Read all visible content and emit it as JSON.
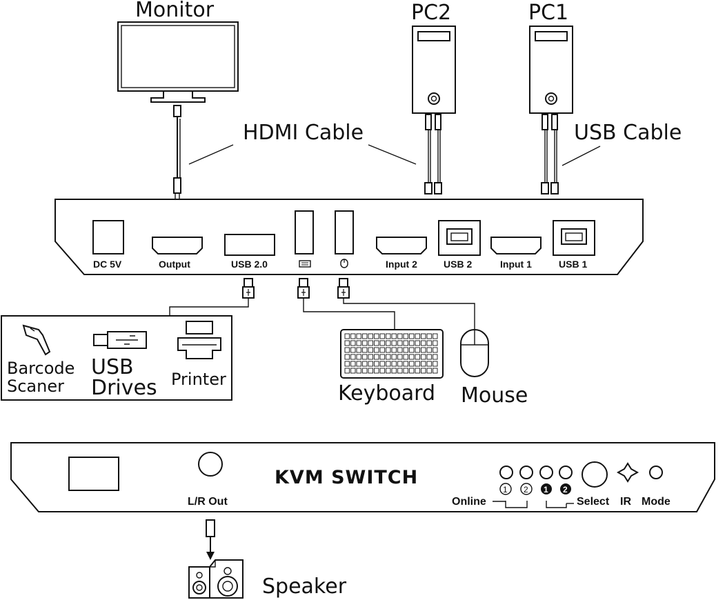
{
  "devices": {
    "monitor": "Monitor",
    "pc2": "PC2",
    "pc1": "PC1",
    "barcode": [
      "Barcode",
      "Scaner"
    ],
    "usb_drives": [
      "USB",
      "Drives"
    ],
    "printer": "Printer",
    "keyboard": "Keyboard",
    "mouse": "Mouse",
    "speaker": "Speaker"
  },
  "cables": {
    "hdmi": "HDMI Cable",
    "usb": "USB Cable"
  },
  "rear_panel": {
    "ports": {
      "dc": "DC 5V",
      "output": "Output",
      "usb20": "USB 2.0",
      "input2": "Input 2",
      "usb2": "USB 2",
      "input1": "Input 1",
      "usb1": "USB 1"
    },
    "icons": [
      "keyboard-icon",
      "mouse-icon"
    ]
  },
  "front_panel": {
    "title": "KVM SWITCH",
    "lr_out": "L/R Out",
    "online": "Online",
    "online_1": "1",
    "online_2": "2",
    "select": "Select",
    "select_1": "1",
    "select_2": "2",
    "ir": "IR",
    "mode": "Mode"
  }
}
